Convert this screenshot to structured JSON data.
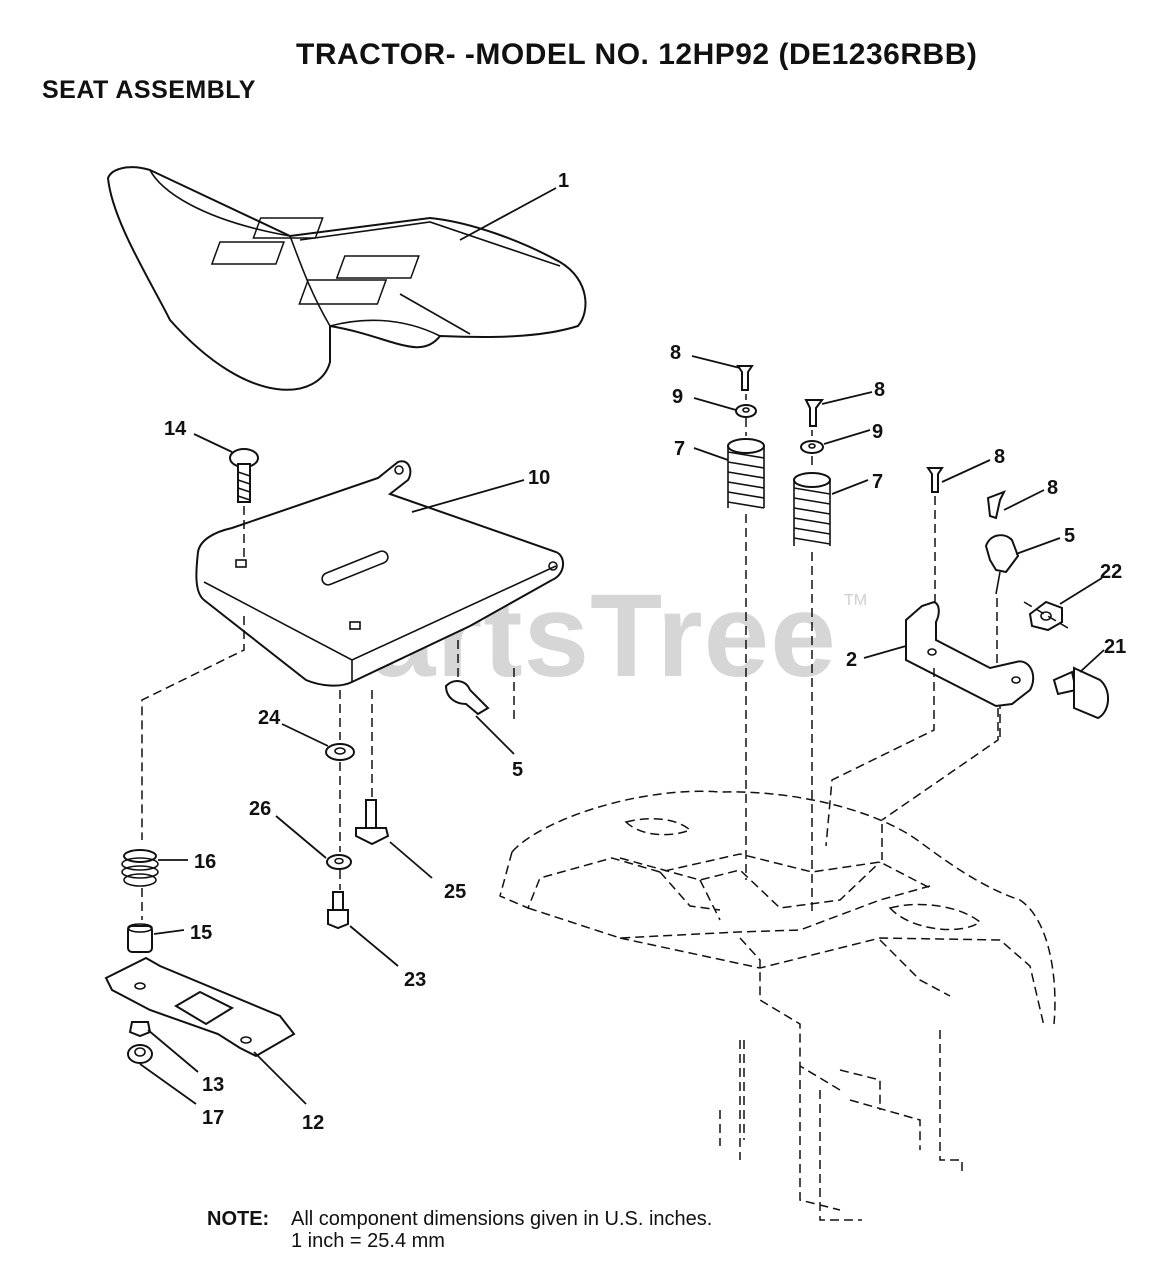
{
  "header": {
    "title": "TRACTOR- -MODEL NO. 12HP92 (DE1236RBB)",
    "subtitle": "SEAT ASSEMBLY"
  },
  "watermark": {
    "text": "PartsTree",
    "mark": "TM"
  },
  "note": {
    "label": "NOTE:",
    "line1": "All component dimensions given in U.S. inches.",
    "line2": "1 inch = 25.4 mm"
  },
  "callouts": {
    "seat": "1",
    "bracket": "2",
    "clip_right": "5",
    "clip_left": "5",
    "spring_left": "7",
    "spring_right": "7",
    "screw_a": "8",
    "screw_b": "8",
    "screw_c": "8",
    "screw_d": "8",
    "washer_a": "9",
    "washer_b": "9",
    "seat_pan": "10",
    "slide_plate": "12",
    "nut_13": "13",
    "carriage_bolt": "14",
    "spacer": "15",
    "spring_16": "16",
    "nut_17": "17",
    "knob": "21",
    "nut_22": "22",
    "nut_23": "23",
    "washer_24": "24",
    "bolt_25": "25",
    "washer_26": "26"
  }
}
